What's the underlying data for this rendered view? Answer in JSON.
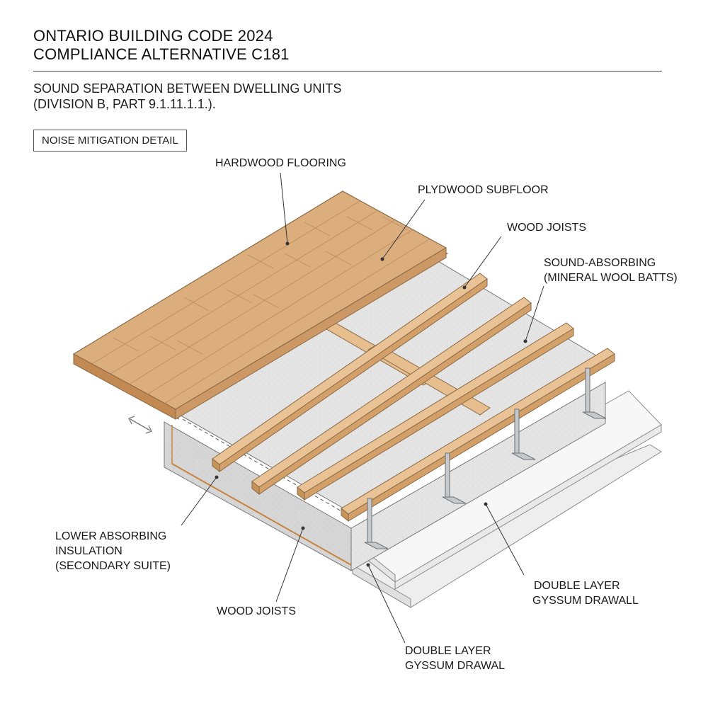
{
  "header": {
    "title_line1": "ONTARIO BUILDING CODE 2024",
    "title_line2": "COMPLIANCE ALTERNATIVE C181",
    "subtitle_line1": "SOUND SEPARATION BETWEEN DWELLING UNITS",
    "subtitle_line2": "(DIVISION B, PART 9.1.11.1.1.).",
    "tag": "NOISE MITIGATION DETAIL"
  },
  "labels": {
    "hardwood_flooring": "HARDWOOD FLOORING",
    "plywood_subfloor": "PLYDWOOD SUBFLOOR",
    "wood_joists_upper": "WOOD JOISTS",
    "sound_absorbing_line1": "SOUND-ABSORBING",
    "sound_absorbing_line2": "(MINERAL WOOL BATTS)",
    "lower_insulation_line1": "LOWER ABSORBING",
    "lower_insulation_line2": "INSULATION",
    "lower_insulation_line3": "(SECONDARY SUITE)",
    "wood_joists_lower": "WOOD JOISTS",
    "drywall_right_line1": "DOUBLE LAYER",
    "drywall_right_line2": "GYSSUM DRAWALL",
    "drywall_bottom_line1": "DOUBLE LAYER",
    "drywall_bottom_line2": "GYSSUM DRAWAL"
  },
  "colors": {
    "wood": "#dcae7e",
    "wood_dark": "#c08a55",
    "insulation": "#e6e6e6",
    "drywall": "#f6f6f6",
    "metal": "#b9bcbf"
  }
}
